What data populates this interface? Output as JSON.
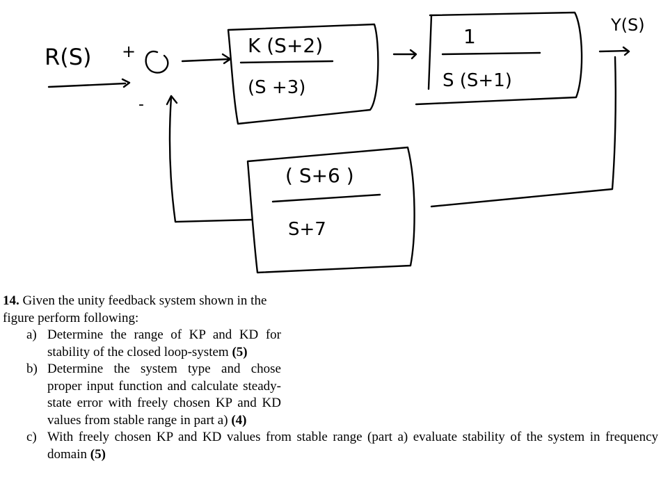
{
  "diagram": {
    "input_label": "R(S)",
    "plus_sign": "+",
    "minus_sign": "-",
    "output_label": "Y(S)",
    "controller": {
      "numerator": "K (S+2)",
      "denominator": "(S +3)"
    },
    "plant": {
      "numerator": "1",
      "denominator": "S (S+1)"
    },
    "feedback": {
      "numerator": "( S+6 )",
      "denominator": "S+7"
    }
  },
  "question": {
    "number": "14.",
    "intro": "Given the unity feedback system shown in the figure perform following:",
    "parts": [
      {
        "letter": "a)",
        "text": "Determine the range of KP and KD for stability of the closed loop-system",
        "points": "(5)"
      },
      {
        "letter": "b)",
        "text": "Determine the system type and chose proper input function and calculate steady-state error with freely chosen KP and KD values from stable range in part a)",
        "points": "(4)"
      },
      {
        "letter": "c)",
        "text": "With freely chosen KP and KD values from stable range (part a) evaluate stability of the system in frequency domain",
        "points": "(5)"
      }
    ]
  }
}
